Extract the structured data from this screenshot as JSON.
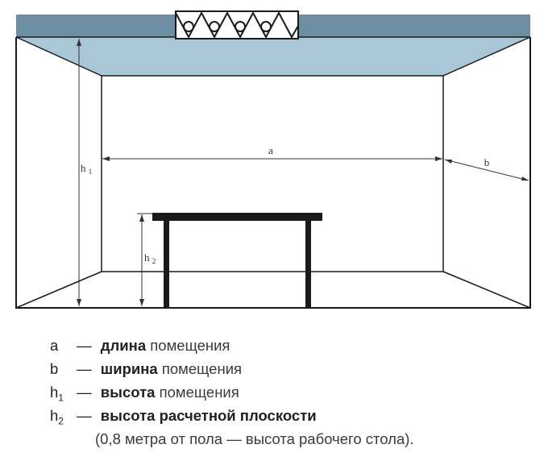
{
  "colors": {
    "ceiling_fill": "#a9c7d6",
    "ceiling_band": "#6e8fa3",
    "line": "#1a1a1a"
  },
  "diagram": {
    "labels": {
      "a": "a",
      "b": "b",
      "h1_base": "h",
      "h1_sub": "1",
      "h2_base": "h",
      "h2_sub": "2"
    },
    "icons": [
      "lamp-fixture-icon"
    ]
  },
  "legend": {
    "items": [
      {
        "symbol": "a",
        "sub": "",
        "dash": "—",
        "term": "длина",
        "desc": "помещения"
      },
      {
        "symbol": "b",
        "sub": "",
        "dash": "—",
        "term": "ширина",
        "desc": "помещения"
      },
      {
        "symbol": "h",
        "sub": "1",
        "dash": "—",
        "term": "высота",
        "desc": "помещения"
      },
      {
        "symbol": "h",
        "sub": "2",
        "dash": "—",
        "term": "высота расчетной плоскости",
        "desc": ""
      }
    ],
    "note": "(0,8 метра от пола — высота рабочего стола)."
  }
}
